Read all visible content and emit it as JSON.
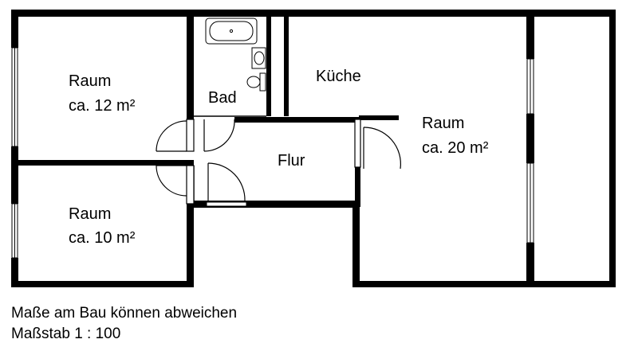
{
  "rooms": {
    "room_12": {
      "name": "Raum",
      "area": "ca. 12 m²"
    },
    "room_10": {
      "name": "Raum",
      "area": "ca. 10 m²"
    },
    "room_20": {
      "name": "Raum",
      "area": "ca. 20 m²"
    },
    "bath": {
      "name": "Bad"
    },
    "kitchen": {
      "name": "Küche"
    },
    "hall": {
      "name": "Flur"
    }
  },
  "footer": {
    "note": "Maße am Bau können abweichen",
    "scale": "Maßstab 1 : 100"
  }
}
